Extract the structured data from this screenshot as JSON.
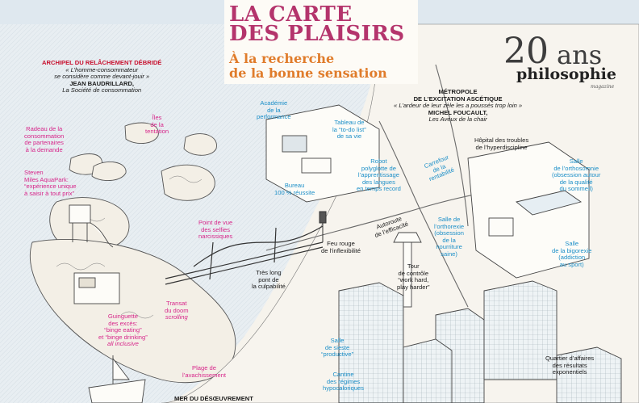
{
  "title": {
    "line1": "LA CARTE",
    "line2": "DES PLAISIRS",
    "subtitle1": "À la recherche",
    "subtitle2": "de la bonne sensation"
  },
  "logo": {
    "number": "20",
    "ans": "ans",
    "brand": "philosophie",
    "magazine": "magazine"
  },
  "archipel": {
    "title": "ARCHIPEL DU RELÂCHEMENT DÉBRIDÉ",
    "quote1": "« L’homme-consommateur",
    "quote2": "se considère comme devant-jouir »",
    "author": "JEAN BAUDRILLARD,",
    "book": "La Société de consommation"
  },
  "metropole": {
    "title1": "MÉTROPOLE",
    "title2": "DE L’EXCITATION ASCÉTIQUE",
    "quote": "« L’ardeur de leur zèle les a poussés trop loin »",
    "author": "MICHEL FOUCAULT,",
    "book": "Les Aveux de la chair"
  },
  "labels": {
    "radeau": [
      "Radeau de la",
      "consommation",
      "de partenaires",
      "à la demande"
    ],
    "iles": [
      "Îles",
      "de la",
      "tentation"
    ],
    "steven": [
      "Steven",
      "Miles AquaPark:",
      "“expérience unique",
      "à saisir à tout prix”"
    ],
    "selfies": [
      "Point de vue",
      "des selfies",
      "narcissiques"
    ],
    "academie": [
      "Académie",
      "de la",
      "performance"
    ],
    "tableau": [
      "Tableau de",
      "la “to-do list”",
      "de sa vie"
    ],
    "robot": [
      "Robot",
      "polyglotte de",
      "l’apprentissage",
      "des langues",
      "en temps record"
    ],
    "bureau": [
      "Bureau",
      "100 % réussite"
    ],
    "carrefour": [
      "Carrefour",
      "de la",
      "rentabilité"
    ],
    "hopital": [
      "Hôpital des troubles",
      "de l’hyperdiscipline"
    ],
    "orthosomnie": [
      "Salle",
      "de l’orthosomnie",
      "(obsession autour",
      "de la qualité",
      "du sommeil)"
    ],
    "autoroute": [
      "Autoroute",
      "de l’efficacité"
    ],
    "orthorexie": [
      "Salle de",
      "l’orthorexie",
      "(obsession",
      "de la",
      "nourriture",
      "saine)"
    ],
    "feu": [
      "Feu rouge",
      "de l’inflexibilité"
    ],
    "bigorexie": [
      "Salle",
      "de la bigorexie",
      "(addiction",
      "au sport)"
    ],
    "pont": [
      "Très long",
      "pont de",
      "la culpabilité"
    ],
    "tour": [
      "Tour",
      "de contrôle",
      "“work hard,",
      "play harder”"
    ],
    "transat": [
      "Transat",
      "du doom",
      "scrolling"
    ],
    "guinguette": [
      "Guinguette",
      "des excès:",
      "“binge eating”",
      "et “binge drinking”",
      "all inclusive"
    ],
    "sieste": [
      "Salle",
      "de sieste",
      "“productive”"
    ],
    "plage": [
      "Plage de",
      "l’avachissement"
    ],
    "cantine": [
      "Cantine",
      "des régimes",
      "hypocaloriques"
    ],
    "quartier": [
      "Quartier d’affaires",
      "des résultats",
      "exponentiels"
    ],
    "mer": "MER DU DÉSŒUVREMENT"
  }
}
